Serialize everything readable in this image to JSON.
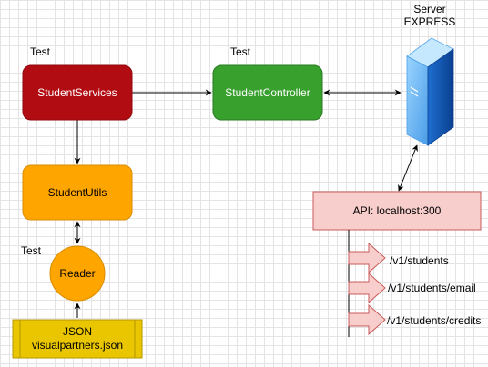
{
  "labels": {
    "test_services": "Test",
    "test_controller": "Test",
    "test_reader": "Test",
    "server_title": "Server",
    "server_subtitle": "EXPRESS"
  },
  "nodes": {
    "student_services": "StudentServices",
    "student_controller": "StudentController",
    "student_utils": "StudentUtils",
    "reader": "Reader",
    "json_line1": "JSON",
    "json_line2": "visualpartners.json",
    "api": "API: localhost:300"
  },
  "endpoints": [
    "/v1/students",
    "/v1/students/email",
    "/v1/students/credits"
  ],
  "colors": {
    "services_fill": "#b20c13",
    "controller_fill": "#38a02d",
    "utils_fill": "#ffa500",
    "json_fill": "#e9c600",
    "api_fill": "#f8cecc",
    "api_stroke": "#c85a5a"
  }
}
